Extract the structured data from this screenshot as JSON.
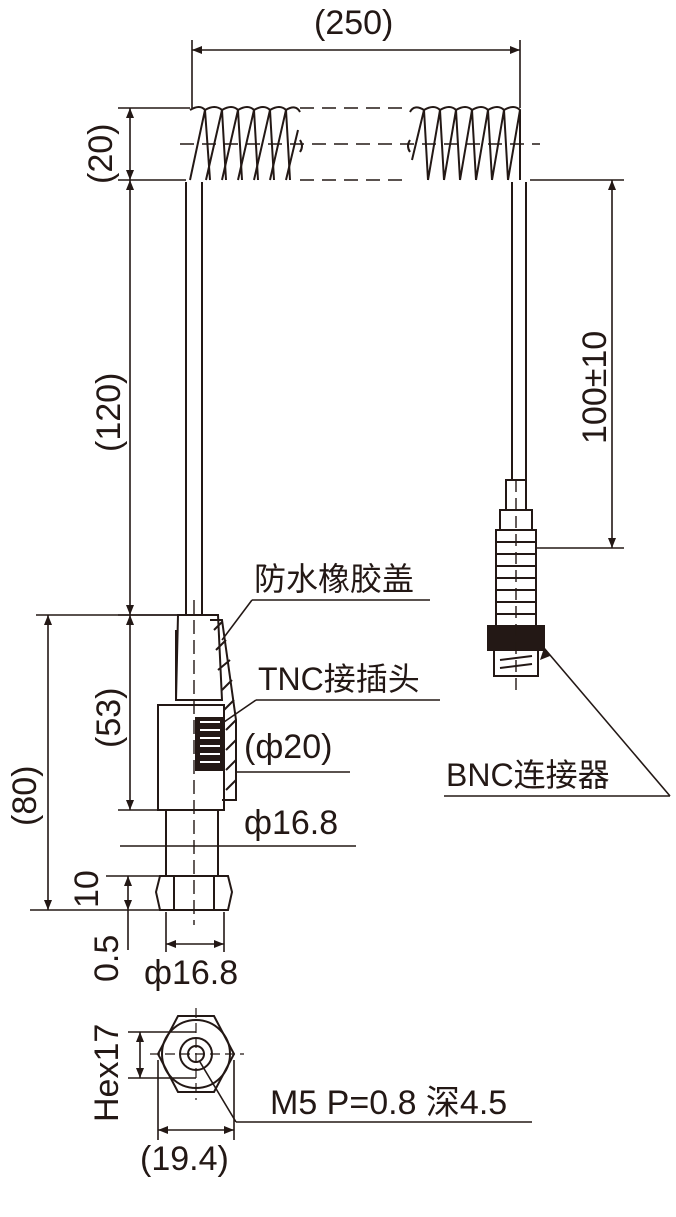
{
  "dimensions": {
    "total_width": "(250)",
    "coil_height": "(20)",
    "cable_length_left": "(120)",
    "cable_length_right": "100±10",
    "body_length": "(53)",
    "overall_length": "(80)",
    "hex_height": "10",
    "gap": "0.5",
    "rubber_cap_diameter": "(ф20)",
    "thread_diameter": "ф16.8",
    "hex_bottom_diameter": "ф16.8",
    "hex_size": "Hex17",
    "hex_corner": "(19.4)",
    "thread_spec": "M5 P=0.8 深4.5"
  },
  "labels": {
    "waterproof_cap": "防水橡胶盖",
    "tnc_plug": "TNC接插头",
    "bnc_connector": "BNC连接器"
  }
}
